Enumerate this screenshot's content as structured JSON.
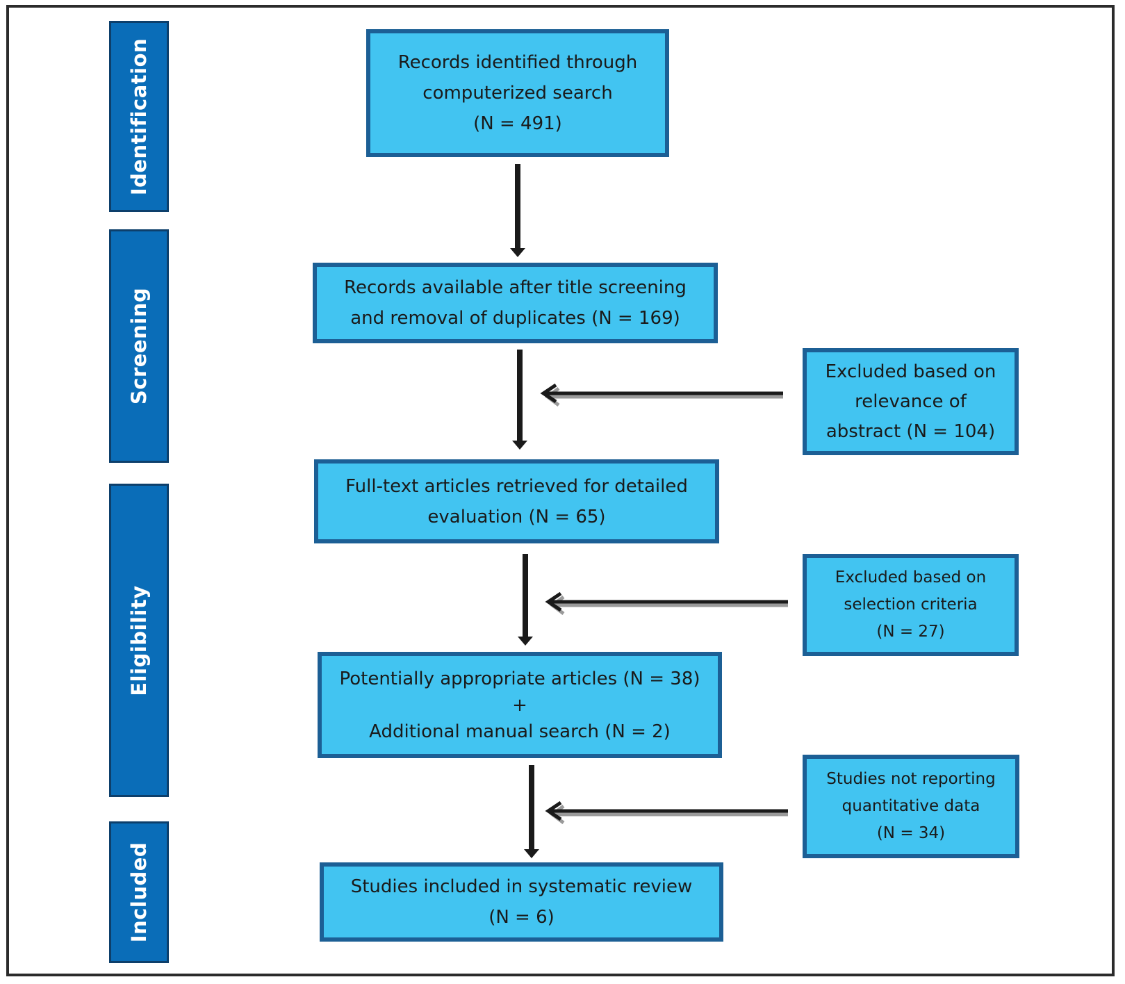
{
  "stages": {
    "identification": "Identification",
    "screening": "Screening",
    "eligibility": "Eligibility",
    "included": "Included"
  },
  "main_boxes": {
    "records_identified": "Records identified through\ncomputerized search\n(N = 491)",
    "records_after_screening": "Records available after title screening\nand removal of duplicates (N = 169)",
    "full_text": "Full-text articles retrieved for detailed\nevaluation (N = 65)",
    "potentially_appropriate": "Potentially appropriate articles (N = 38)\n+\nAdditional manual search (N = 2)",
    "studies_included": "Studies included in systematic review\n(N = 6)"
  },
  "exclusion_boxes": {
    "excluded_abstract": "Excluded based on\nrelevance of\nabstract (N = 104)",
    "excluded_selection": "Excluded based on\nselection criteria\n(N = 27)",
    "not_quantitative": "Studies not reporting\nquantitative data\n(N = 34)"
  },
  "colors": {
    "stage_fill": "#0a6db8",
    "box_fill": "#42c4f1",
    "box_border": "#1c5f95",
    "arrow": "#1a1a1a"
  }
}
